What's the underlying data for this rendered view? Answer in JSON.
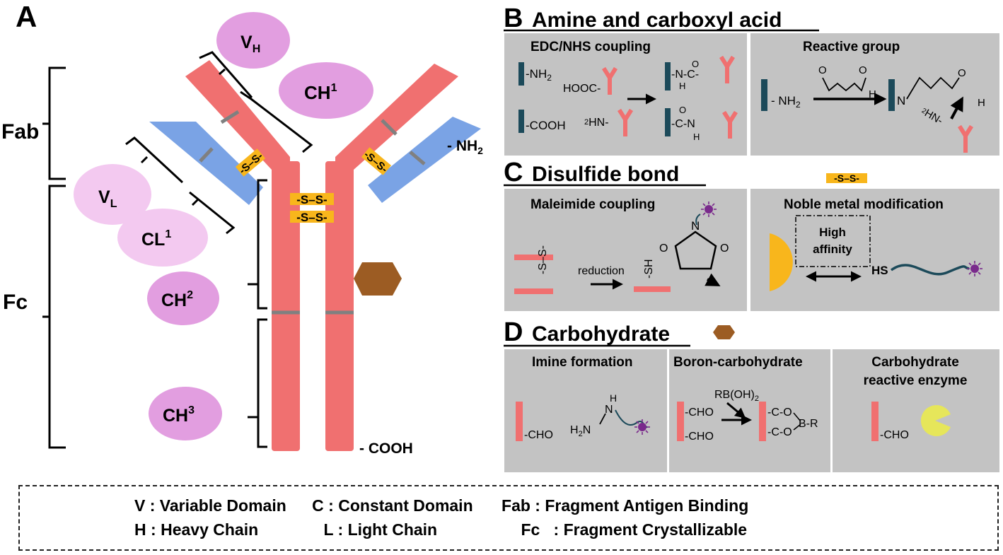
{
  "panel_a": {
    "letter": "A",
    "region_labels": {
      "fab": "Fab",
      "fc": "Fc"
    },
    "domains": {
      "vh_main": "V",
      "vh_sub": "H",
      "ch1_main": "CH",
      "ch1_sup": "1",
      "vl_main": "V",
      "vl_sub": "L",
      "cl1_main": "CL",
      "cl1_sup": "1",
      "ch2_main": "CH",
      "ch2_sup": "2",
      "ch3_main": "CH",
      "ch3_sup": "3"
    },
    "disulfide": "-S–S-",
    "disulfide_left": "-S–S-",
    "disulfide_right": "-S–S-",
    "terminal_nh2": "- NH",
    "terminal_nh2_sub": "2",
    "terminal_cooh": "- COOH",
    "colors": {
      "heavy_chain": "#f07070",
      "light_chain": "#7aa3e5",
      "domain_ellipse": "#e29ee0",
      "light_domain_ellipse": "#f3c9f0",
      "disulfide": "#f8b61c",
      "carbohydrate": "#9c5c23"
    }
  },
  "panel_b": {
    "letter": "B",
    "title": "Amine and carboxyl acid",
    "left": {
      "title": "EDC/NHS coupling",
      "nh2": "-NH",
      "nh2_sub": "2",
      "hooc": "HOOC-",
      "cooh": "-COOH",
      "hn_pre": "2",
      "hn": "HN-",
      "amide1_o": "O",
      "amide1_line": "-N-C-",
      "amide1_h": "H",
      "amide2_o": "O",
      "amide2_line": "-C-N",
      "amide2_h": "H"
    },
    "right": {
      "title": "Reactive group",
      "nh2": "- NH",
      "nh2_sub": "2",
      "o": "O",
      "h": "H",
      "n_product": "N",
      "hn_pre": "2",
      "hn": "HN-"
    }
  },
  "panel_c": {
    "letter": "C",
    "title": "Disulfide bond",
    "legend_chip": "-S–S-",
    "left": {
      "title": "Maleimide coupling",
      "ss": "-S–S-",
      "reduction": "reduction",
      "sh": "-SH",
      "n": "N",
      "o": "O"
    },
    "right": {
      "title": "Noble metal modification",
      "box_line1": "High",
      "box_line2": "affinity",
      "hs": "HS"
    }
  },
  "panel_d": {
    "letter": "D",
    "title": "Carbohydrate",
    "left": {
      "title": "Imine formation",
      "cho": "-CHO",
      "h": "H",
      "n": "N",
      "h2n": "H",
      "h2n_sub": "2",
      "h2n_n": "N"
    },
    "middle": {
      "title": "Boron-carbohydrate",
      "reagent": "RB(OH)",
      "reagent_sub": "2",
      "cho1": "-CHO",
      "cho2": "-CHO",
      "co1": "-C-O",
      "co2": "-C-O",
      "br": "B-R"
    },
    "right": {
      "title_line1": "Carbohydrate",
      "title_line2": "reactive enzyme",
      "cho": "-CHO"
    }
  },
  "legend": {
    "row1": [
      {
        "key": "V",
        "sep": " : ",
        "desc": "Variable Domain"
      },
      {
        "key": "C",
        "sep": " : ",
        "desc": "Constant Domain"
      },
      {
        "key": "Fab",
        "sep": " : ",
        "desc": "Fragment Antigen Binding"
      }
    ],
    "row2": [
      {
        "key": "H",
        "sep": " : ",
        "desc": "Heavy Chain"
      },
      {
        "key": "L",
        "sep": " : ",
        "desc": "Light Chain"
      },
      {
        "key": "Fc",
        "sep": "   : ",
        "desc": "Fragment Crystallizable"
      }
    ]
  }
}
